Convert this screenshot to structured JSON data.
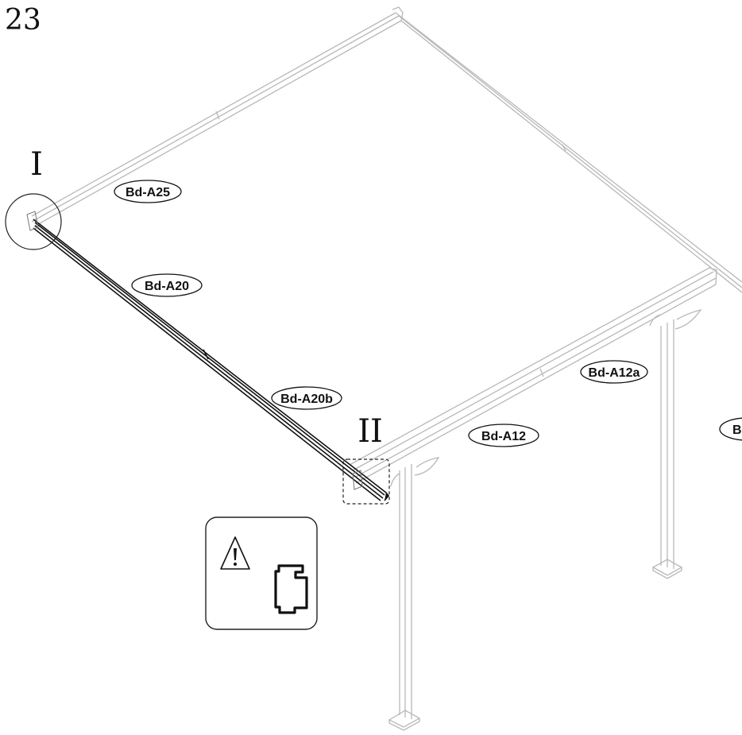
{
  "step_number": "23",
  "detail_markers": {
    "detail_1": "I",
    "detail_2": "II"
  },
  "part_labels": {
    "top_rail": "Bd-A25",
    "side_beam_upper": "Bd-A20",
    "side_beam_lower": "Bd-A20b",
    "front_beam_right": "Bd-A12a",
    "front_beam_left": "Bd-A12",
    "partial_edge_label": "B"
  },
  "warning": {
    "icon": "warning-triangle-icon",
    "profile_icon": "beam-profile-icon"
  }
}
